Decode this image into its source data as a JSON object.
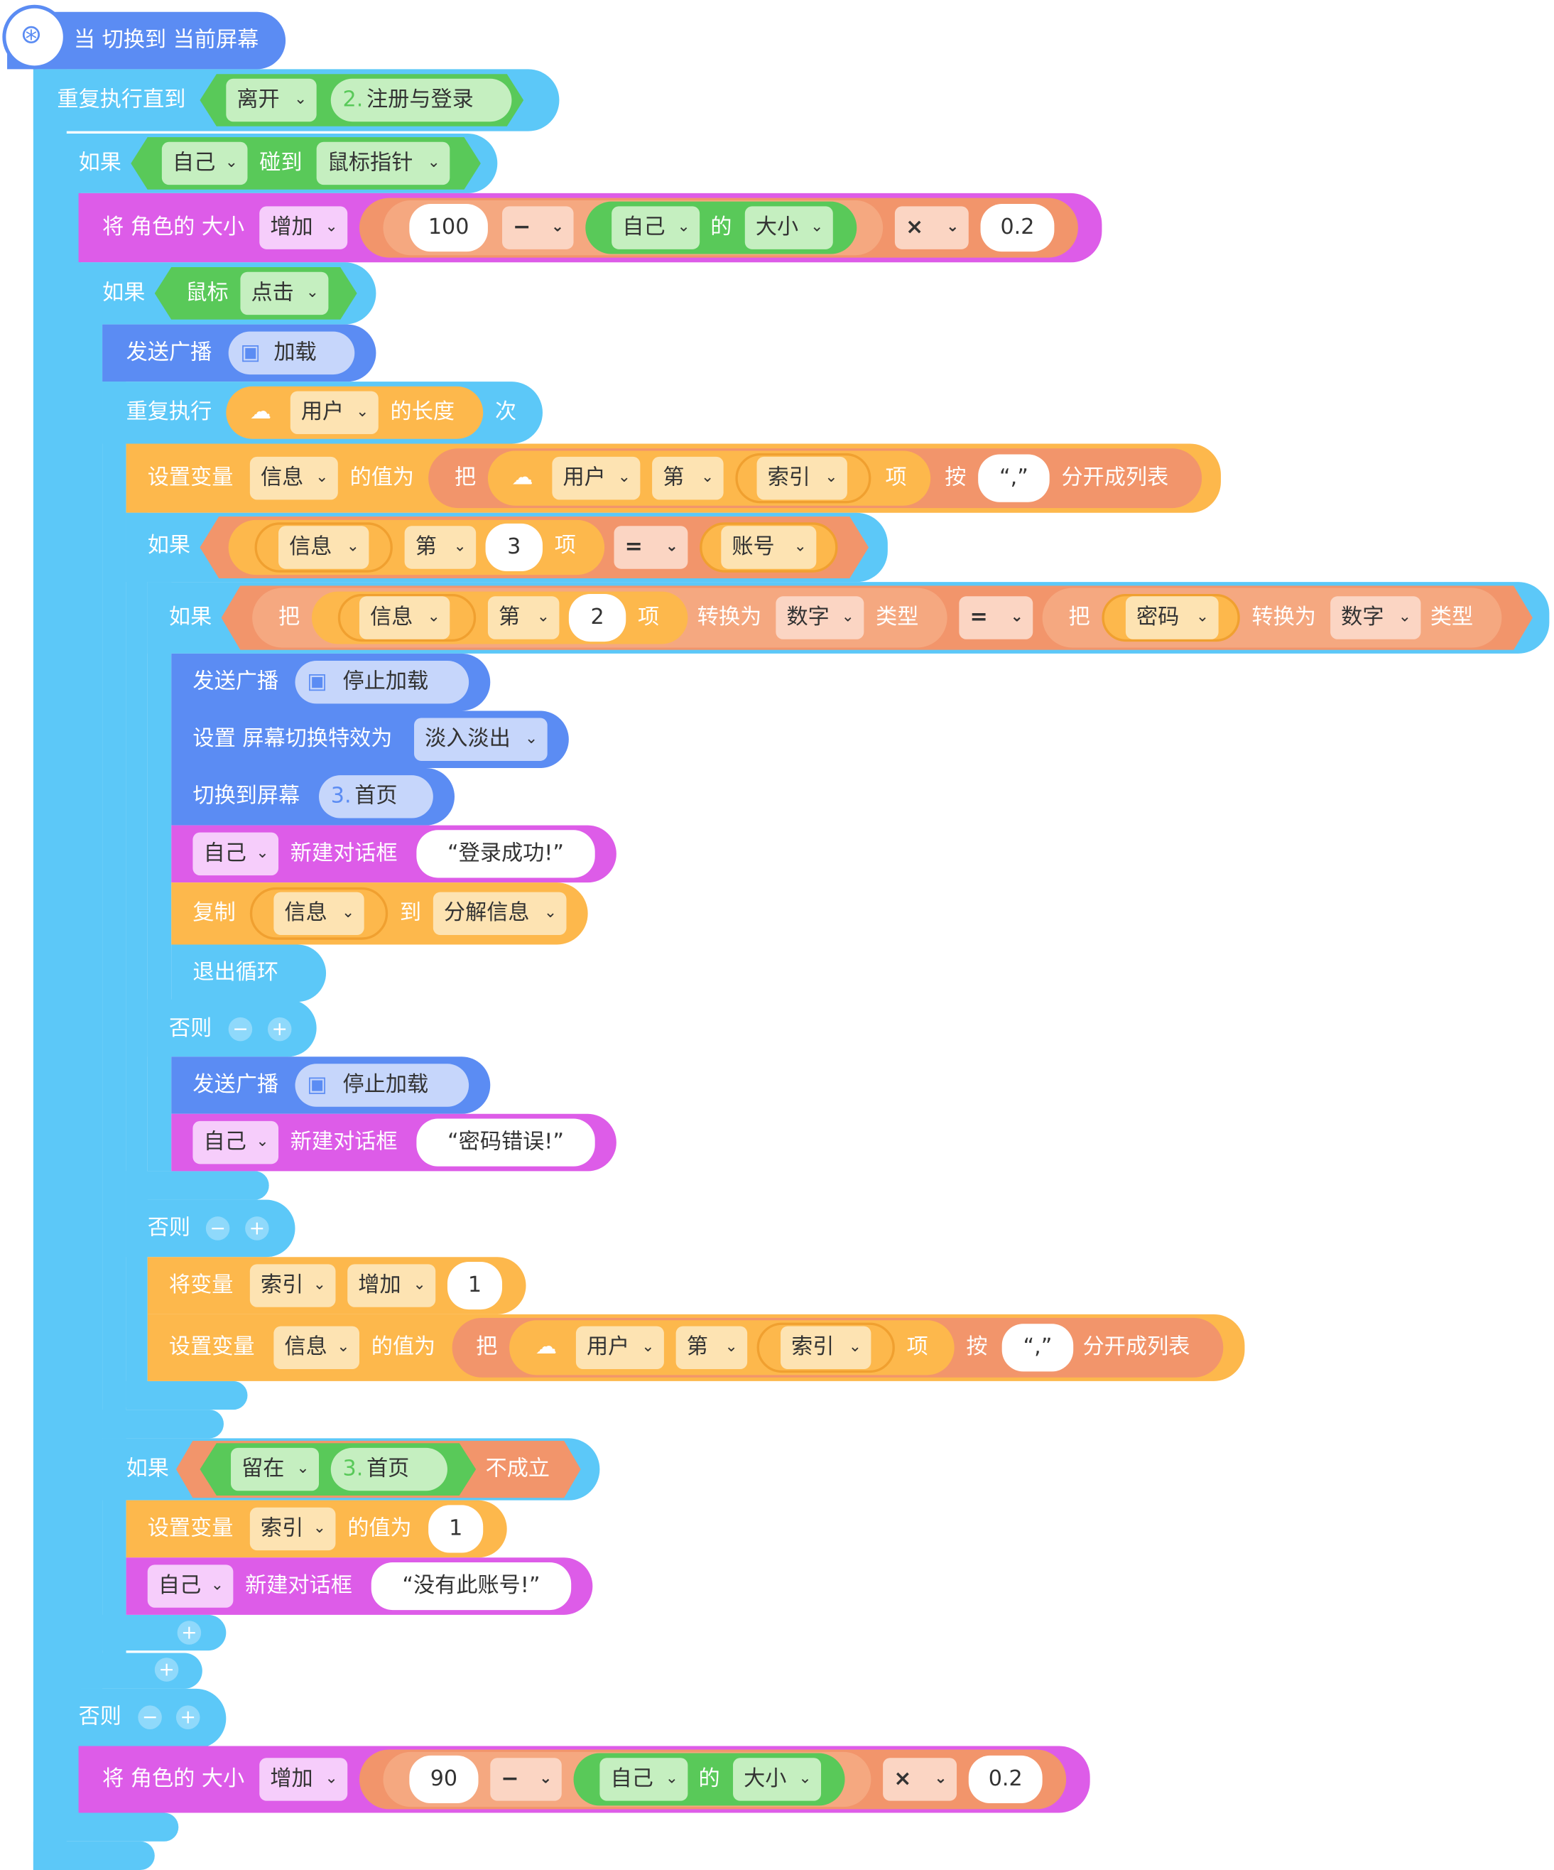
{
  "hat": {
    "label": "当 切换到 当前屏幕"
  },
  "repeat_until": {
    "label": "重复执行直到",
    "op": "离开",
    "screen_num": "2.",
    "screen_name": "注册与登录"
  },
  "if1": {
    "label": "如果",
    "obj": "自己",
    "touch": "碰到",
    "target": "鼠标指针"
  },
  "size1": {
    "label": "将 角色的 大小",
    "op": "增加",
    "n1": "100",
    "minus": "−",
    "obj": "自己",
    "of": "的",
    "prop": "大小",
    "times": "×",
    "n2": "0.2"
  },
  "if2": {
    "label": "如果",
    "mouse": "鼠标",
    "ev": "点击"
  },
  "bc1": {
    "label": "发送广播",
    "msg": "加载"
  },
  "rep": {
    "label": "重复执行",
    "list": "用户",
    "len": "的长度",
    "times": "次"
  },
  "setv1": {
    "label": "设置变量",
    "var": "信息",
    "value_as": "的值为",
    "ba": "把",
    "list": "用户",
    "di": "第",
    "idx": "索引",
    "item": "项",
    "by": "按",
    "sep": "“,”",
    "split": "分开成列表"
  },
  "if3": {
    "label": "如果",
    "var": "信息",
    "di": "第",
    "n": "3",
    "item": "项",
    "eq": "=",
    "val": "账号"
  },
  "if4": {
    "label": "如果",
    "ba": "把",
    "var": "信息",
    "di": "第",
    "n": "2",
    "item": "项",
    "conv": "转换为",
    "type": "数字",
    "typelbl": "类型",
    "eq": "=",
    "ba2": "把",
    "var2": "密码",
    "conv2": "转换为",
    "type2": "数字",
    "typelbl2": "类型"
  },
  "bc2": {
    "label": "发送广播",
    "msg": "停止加载"
  },
  "fx": {
    "label": "设置 屏幕切换特效为",
    "val": "淡入淡出"
  },
  "sw": {
    "label": "切换到屏幕",
    "num": "3.",
    "name": "首页"
  },
  "dlg1": {
    "obj": "自己",
    "label": "新建对话框",
    "text": "“登录成功!”"
  },
  "copy": {
    "label": "复制",
    "var": "信息",
    "to": "到",
    "dst": "分解信息"
  },
  "brk": {
    "label": "退出循环"
  },
  "else": "否则",
  "bc3": {
    "label": "发送广播",
    "msg": "停止加载"
  },
  "dlg2": {
    "obj": "自己",
    "label": "新建对话框",
    "text": "“密码错误!”"
  },
  "chg": {
    "label": "将变量",
    "var": "索引",
    "op": "增加",
    "n": "1"
  },
  "setv2": {
    "label": "设置变量",
    "var": "信息",
    "value_as": "的值为",
    "ba": "把",
    "list": "用户",
    "di": "第",
    "idx": "索引",
    "item": "项",
    "by": "按",
    "sep": "“,”",
    "split": "分开成列表"
  },
  "if5": {
    "label": "如果",
    "op": "留在",
    "num": "3.",
    "name": "首页",
    "not": "不成立"
  },
  "setv3": {
    "label": "设置变量",
    "var": "索引",
    "value_as": "的值为",
    "n": "1"
  },
  "dlg3": {
    "obj": "自己",
    "label": "新建对话框",
    "text": "“没有此账号!”"
  },
  "size2": {
    "label": "将 角色的 大小",
    "op": "增加",
    "n1": "90",
    "minus": "−",
    "obj": "自己",
    "of": "的",
    "prop": "大小",
    "times": "×",
    "n2": "0.2"
  },
  "colors": {
    "control": "#5cc8f8",
    "event": "#5b8cf3",
    "looks": "#dd5ce8",
    "data": "#fdb84c",
    "sensing": "#59c959",
    "operator": "#f2956b"
  }
}
